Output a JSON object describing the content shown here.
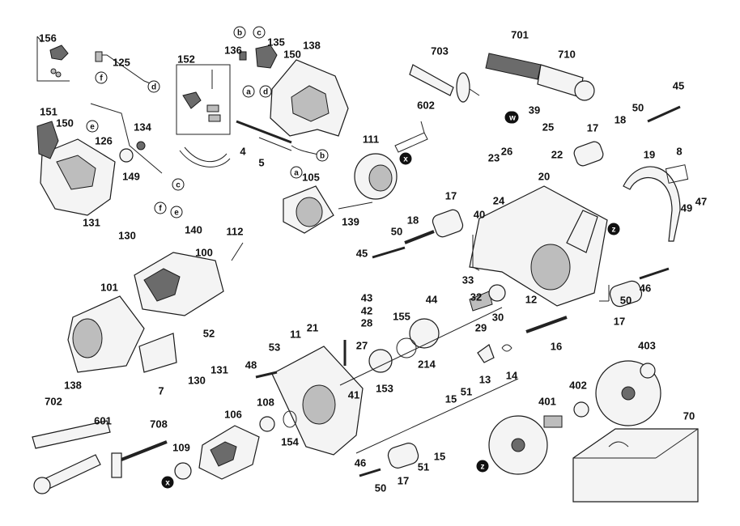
{
  "labels": [
    "156",
    "125",
    "d",
    "f",
    "152",
    "136",
    "b",
    "c",
    "135",
    "138",
    "150",
    "a",
    "d",
    "151",
    "150",
    "e",
    "126",
    "134",
    "149",
    "c",
    "4",
    "5",
    "b",
    "a",
    "703",
    "701",
    "710",
    "602",
    "w",
    "111",
    "x",
    "45",
    "50",
    "39",
    "17",
    "25",
    "18",
    "w",
    "8",
    "26",
    "23",
    "22",
    "20",
    "19",
    "105",
    "139",
    "17",
    "24",
    "131",
    "130",
    "f",
    "e",
    "140",
    "112",
    "100",
    "101",
    "52",
    "138",
    "130",
    "131",
    "7",
    "50",
    "18",
    "45",
    "40",
    "z",
    "49",
    "47",
    "33",
    "32",
    "12",
    "43",
    "42",
    "28",
    "27",
    "44",
    "155",
    "214",
    "30",
    "29",
    "16",
    "46",
    "50",
    "17",
    "21",
    "11",
    "53",
    "48",
    "41",
    "153",
    "15",
    "51",
    "13",
    "14",
    "403",
    "702",
    "601",
    "708",
    "106",
    "108",
    "154",
    "109",
    "x",
    "46",
    "50",
    "17",
    "51",
    "15",
    "401",
    "402",
    "70",
    "z"
  ],
  "markers": [
    "a",
    "b",
    "c",
    "d",
    "e",
    "f",
    "w",
    "x",
    "z"
  ],
  "colors": {
    "ink": "#111111",
    "marker_fill": "#111111",
    "circle_outline": "#111111"
  }
}
